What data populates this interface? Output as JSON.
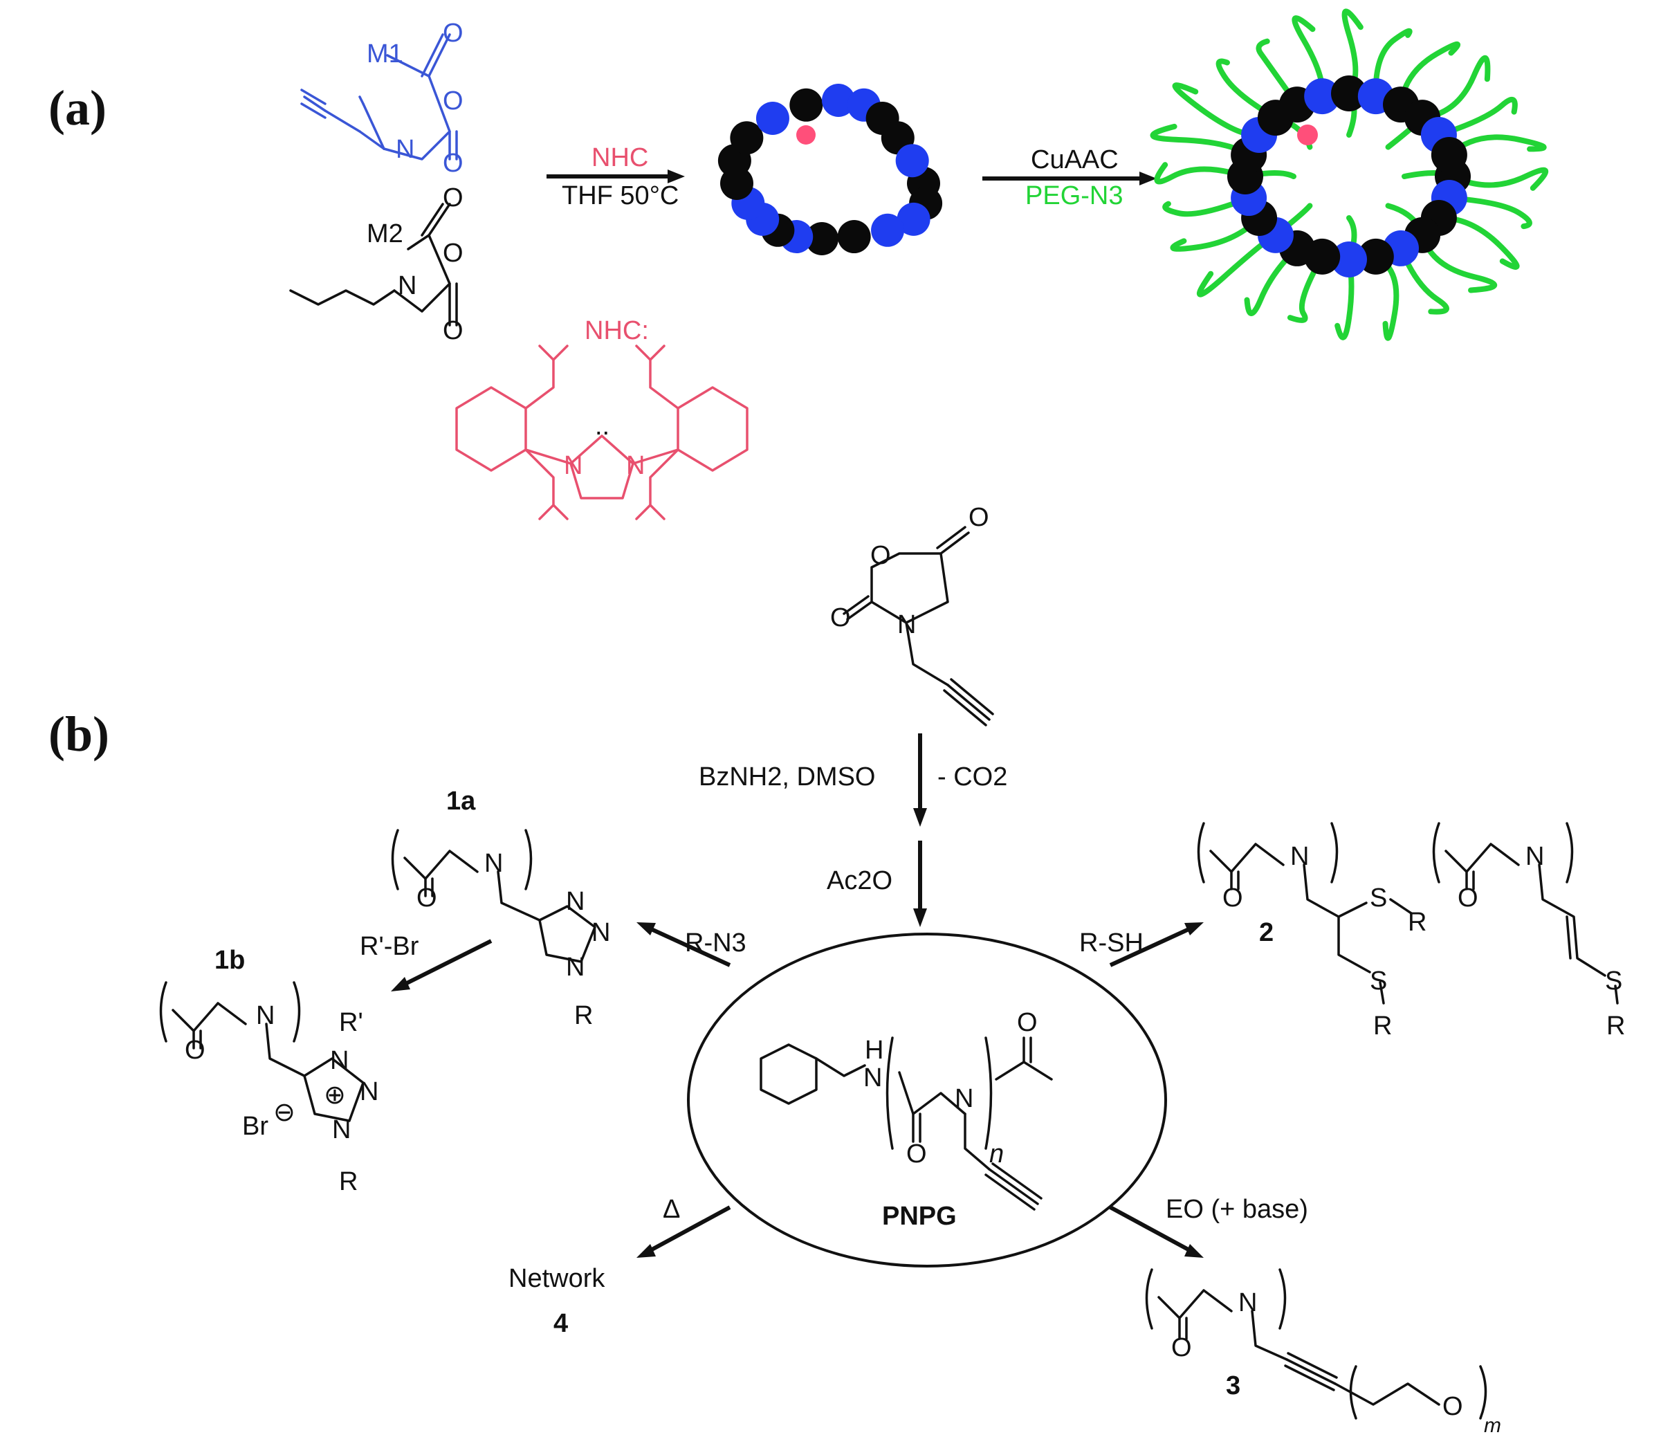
{
  "panel_labels": {
    "a": "(a)",
    "b": "(b)"
  },
  "panel_a": {
    "monomer1_label": "M1",
    "monomer2_label": "M2",
    "atom_N": "N",
    "atom_O": "O",
    "arrow1_top": "NHC",
    "arrow1_bottom": "THF 50°C",
    "arrow2_top": "CuAAC",
    "arrow2_bottom": "PEG-N3",
    "catalyst_label": "NHC:",
    "catalyst_lone_pair": "..",
    "colors": {
      "monomer1": "#3a56d6",
      "catalyst": "#e8506e",
      "peg": "#22d436",
      "bead_black": "#0a0a0a",
      "bead_blue": "#1f3df0",
      "bead_pink": "#ff4f7a"
    }
  },
  "panel_b": {
    "conditions_1": "BzNH2, DMSO",
    "conditions_co2": "- CO2",
    "conditions_2": "Ac2O",
    "center_label": "PNPG",
    "center_n": "n",
    "center_atom_H": "H",
    "center_atom_NH": "N",
    "left_reagent": "R-N3",
    "left2_reagent": "R'-Br",
    "right_reagent": "R-SH",
    "bottom_left_reagent": "Δ",
    "bottom_right_reagent": "EO (+ base)",
    "product_1a": "1a",
    "product_1b": "1b",
    "product_2": "2",
    "product_3": "3",
    "product_4_label": "Network",
    "product_4": "4",
    "atom_R": "R",
    "atom_Rp": "R'",
    "atom_S": "S",
    "atom_Br": "Br",
    "charge_minus": "⊖",
    "charge_plus": "⊕",
    "repeat_m": "m"
  }
}
